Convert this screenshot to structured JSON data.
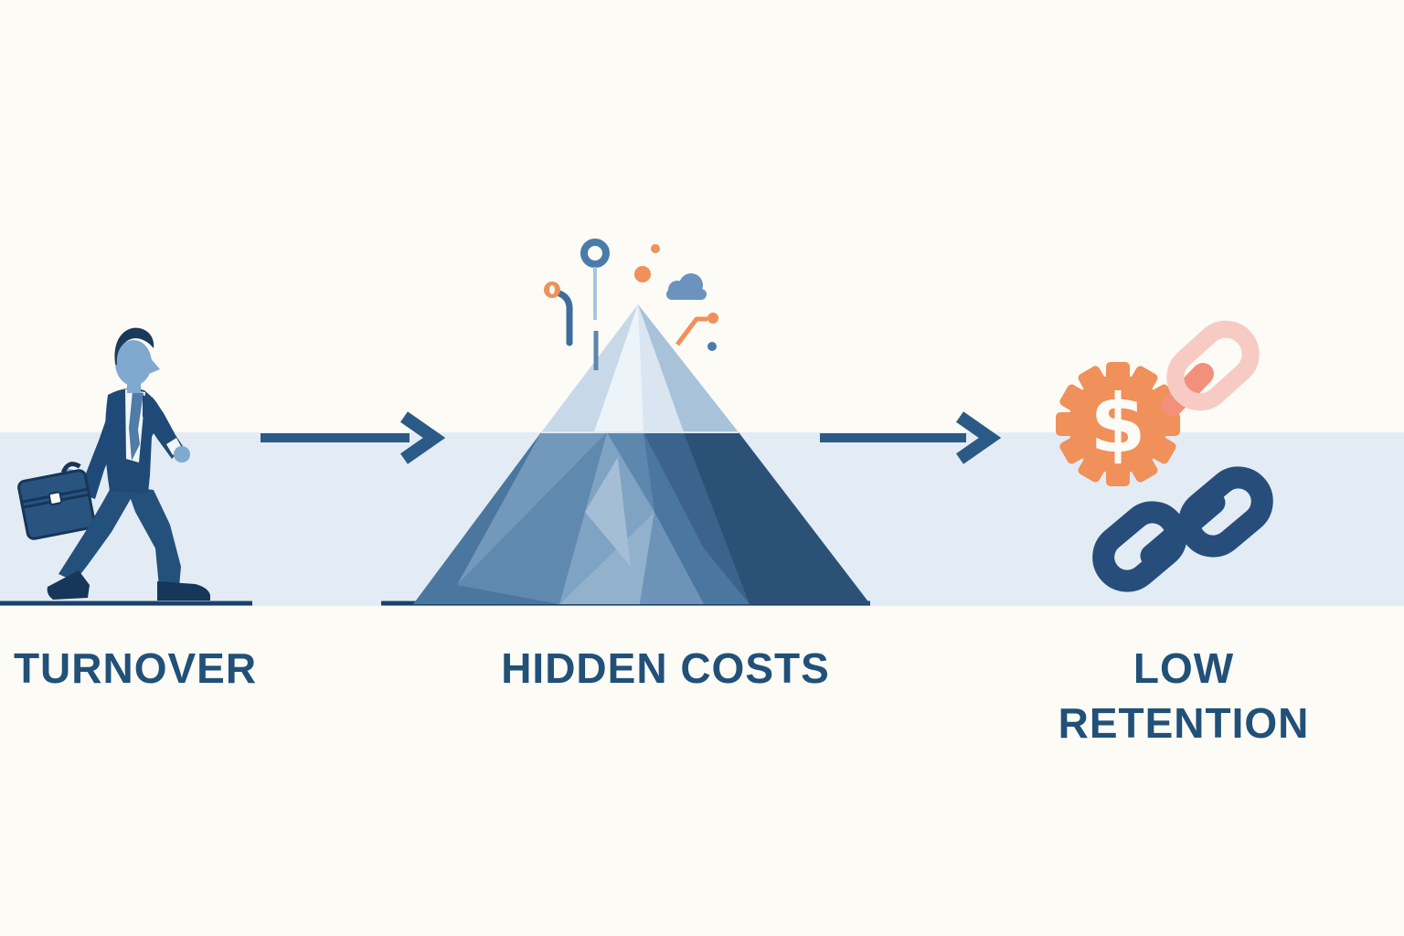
{
  "diagram": {
    "description": "Employee turnover iceberg flow diagram",
    "steps": [
      {
        "id": "turnover",
        "label": "TURNOVER",
        "icon": "walking-businessman-briefcase-icon"
      },
      {
        "id": "hidden-costs",
        "label": "HIDDEN COSTS",
        "icon": "iceberg-icon"
      },
      {
        "id": "low-retention",
        "label": "LOW RETENTION",
        "icon": "dollar-gear-broken-chain-icon"
      }
    ],
    "connectors": [
      {
        "type": "arrow-right"
      },
      {
        "type": "arrow-right"
      }
    ],
    "dollar_sign": "$"
  },
  "colors": {
    "background": "#fcfbf6",
    "water_band": "#e3ecf4",
    "label_navy": "#215078",
    "arrow_navy": "#2b5a87",
    "suit_navy": "#1f4a77",
    "skin_blue": "#7fa9ce",
    "hair_navy": "#1b3a5a",
    "tie_blue": "#4f7ca8",
    "briefcase_blue": "#2a5480",
    "iceberg_light": "#ecf3f9",
    "iceberg_mid": "#6b93b6",
    "iceberg_dark": "#2b5176",
    "accent_orange": "#f0905a",
    "pink_link": "#f7cbc4",
    "salmon_link": "#f2907b",
    "chain_navy": "#274e7b",
    "cloud_blue": "#6b93bd",
    "ring_blue": "#4a7cab",
    "ground_line": "#1c4068"
  }
}
